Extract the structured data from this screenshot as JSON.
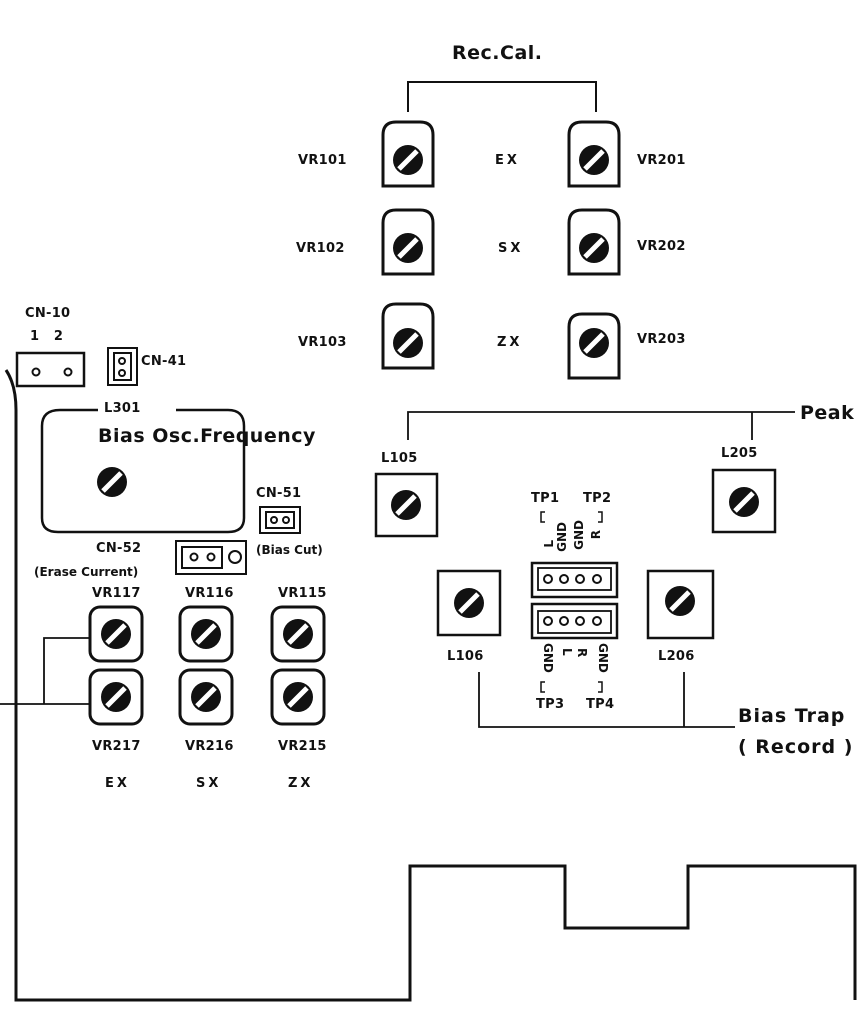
{
  "title": "Rec.Cal.",
  "peak_label": "Peak",
  "bias_trap": {
    "line1": "Bias Trap",
    "line2": "( Record )"
  },
  "rec_cal_rows": [
    {
      "left": "VR101",
      "center": "EX",
      "right": "VR201"
    },
    {
      "left": "VR102",
      "center": "SX",
      "right": "VR202"
    },
    {
      "left": "VR103",
      "center": "ZX",
      "right": "VR203"
    }
  ],
  "connectors": {
    "cn10": {
      "name": "CN-10",
      "pins": "1   2"
    },
    "cn41": "CN-41",
    "cn51": {
      "name": "CN-51",
      "desc": "(Bias Cut)"
    },
    "cn52": {
      "name": "CN-52",
      "desc": "(Erase Current)"
    }
  },
  "oscillator": {
    "ref": "L301",
    "desc": "Bias Osc.Frequency"
  },
  "coils": {
    "l105": "L105",
    "l205": "L205",
    "l106": "L106",
    "l206": "L206"
  },
  "test_points": {
    "tp1": "TP1",
    "tp2": "TP2",
    "tp3": "TP3",
    "tp4": "TP4",
    "upper_pins": [
      "L",
      "GND",
      "GND",
      "R"
    ],
    "lower_pins": [
      "GND",
      "L",
      "R",
      "GND"
    ]
  },
  "erase_cal": {
    "top": [
      "VR117",
      "VR116",
      "VR115"
    ],
    "bottom": [
      "VR217",
      "VR216",
      "VR215"
    ],
    "modes": [
      "EX",
      "SX",
      "ZX"
    ]
  }
}
